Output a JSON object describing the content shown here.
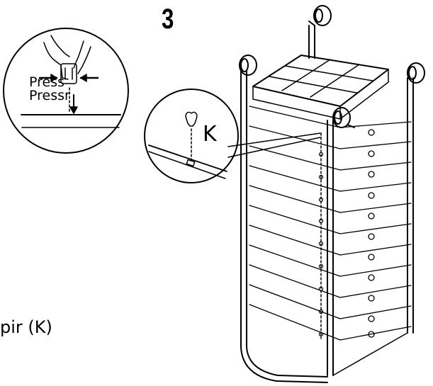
{
  "step": {
    "number": "3"
  },
  "detail": {
    "press_label_1": "Press",
    "press_label_2": "Pressr"
  },
  "callout": {
    "part_label": "K"
  },
  "caption": {
    "text": "pir (K)"
  },
  "icons": [
    "hand-press-detail-icon",
    "clip-k-icon",
    "drawer-cart-icon",
    "caster-wheel-icon"
  ],
  "colors": {
    "ink": "#000000",
    "paper": "#ffffff"
  }
}
